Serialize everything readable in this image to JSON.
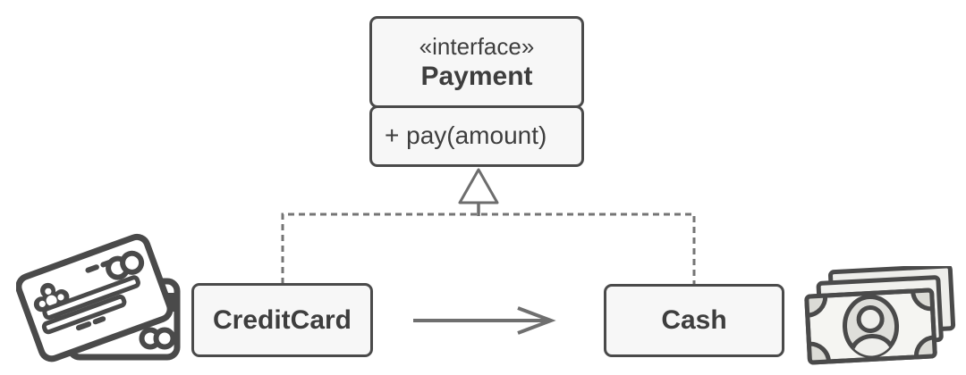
{
  "diagram": {
    "interface_box": {
      "stereotype": "«interface»",
      "name": "Payment",
      "method": "+ pay(amount)"
    },
    "class_boxes": [
      {
        "name": "CreditCard"
      },
      {
        "name": "Cash"
      }
    ],
    "relationships": [
      {
        "type": "realization",
        "from": "CreditCard",
        "to": "Payment",
        "line": "dashed",
        "marker": "hollow-triangle"
      },
      {
        "type": "realization",
        "from": "Cash",
        "to": "Payment",
        "line": "dashed",
        "marker": "hollow-triangle"
      },
      {
        "type": "directed-association",
        "from": "CreditCard",
        "to": "Cash",
        "line": "solid",
        "marker": "open-arrow"
      }
    ],
    "icons": [
      {
        "name": "credit-cards-icon",
        "depicts": "two overlapping credit cards"
      },
      {
        "name": "money-bills-icon",
        "depicts": "stack of three banknotes with portrait"
      }
    ],
    "colors": {
      "background": "#ffffff",
      "box_fill": "#f7f7f7",
      "box_border": "#4a4a4a",
      "text": "#3e3e3e",
      "connector": "#717171"
    }
  }
}
